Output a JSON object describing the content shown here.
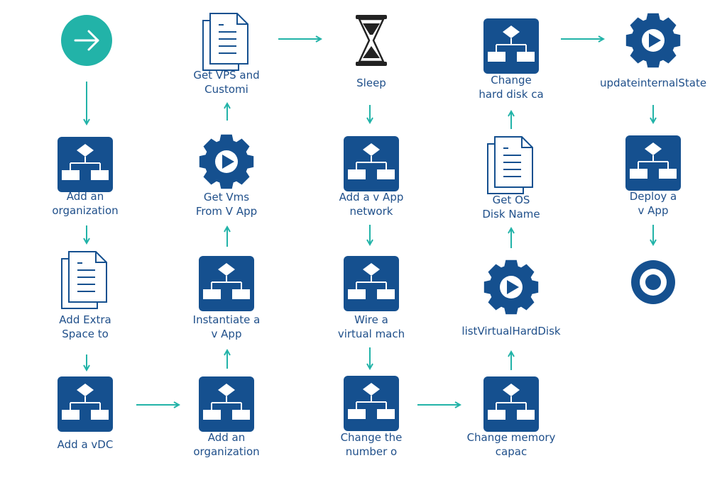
{
  "colors": {
    "primary": "#15508f",
    "accent": "#22b3a8",
    "arrow": "#22b3a8",
    "label": "#1f4f8a"
  },
  "nodes": [
    {
      "id": "start",
      "icon": "arrow-right-circle-icon",
      "lines": []
    },
    {
      "id": "add-organization-1",
      "icon": "workflow-icon",
      "lines": [
        "Add an",
        "organization"
      ]
    },
    {
      "id": "add-extra-space",
      "icon": "document-icon",
      "lines": [
        "Add Extra",
        "Space to"
      ]
    },
    {
      "id": "add-vdc",
      "icon": "workflow-icon",
      "lines": [
        "Add a vDC"
      ]
    },
    {
      "id": "add-organization-2",
      "icon": "workflow-icon",
      "lines": [
        "Add an",
        "organization"
      ]
    },
    {
      "id": "instantiate-vapp",
      "icon": "workflow-icon",
      "lines": [
        "Instantiate a",
        "v App"
      ]
    },
    {
      "id": "get-vms",
      "icon": "gear-play-icon",
      "lines": [
        "Get Vms",
        "From V App"
      ]
    },
    {
      "id": "get-vps",
      "icon": "document-icon",
      "lines": [
        "Get VPS and",
        "Customi"
      ]
    },
    {
      "id": "sleep",
      "icon": "hourglass-icon",
      "lines": [
        "Sleep"
      ]
    },
    {
      "id": "add-vapp-network",
      "icon": "workflow-icon",
      "lines": [
        "Add a v App",
        "network"
      ]
    },
    {
      "id": "wire-virtual-machine",
      "icon": "workflow-icon",
      "lines": [
        "Wire a",
        "virtual mach"
      ]
    },
    {
      "id": "change-number",
      "icon": "workflow-icon",
      "lines": [
        "Change the",
        "number o"
      ]
    },
    {
      "id": "change-memory",
      "icon": "workflow-icon",
      "lines": [
        "Change memory",
        "capac"
      ]
    },
    {
      "id": "list-virtual-hard-disk",
      "icon": "gear-play-icon",
      "lines": [
        "listVirtualHardDisk"
      ]
    },
    {
      "id": "get-os-disk-name",
      "icon": "document-icon",
      "lines": [
        "Get OS",
        "Disk Name"
      ]
    },
    {
      "id": "change-hard-disk",
      "icon": "workflow-icon",
      "lines": [
        "Change",
        "hard disk ca"
      ]
    },
    {
      "id": "update-internal-state",
      "icon": "gear-play-icon",
      "lines": [
        "updateinternalState"
      ]
    },
    {
      "id": "deploy-vapp",
      "icon": "workflow-icon",
      "lines": [
        "Deploy a",
        "v App"
      ]
    },
    {
      "id": "end",
      "icon": "target-end-icon",
      "lines": []
    }
  ]
}
